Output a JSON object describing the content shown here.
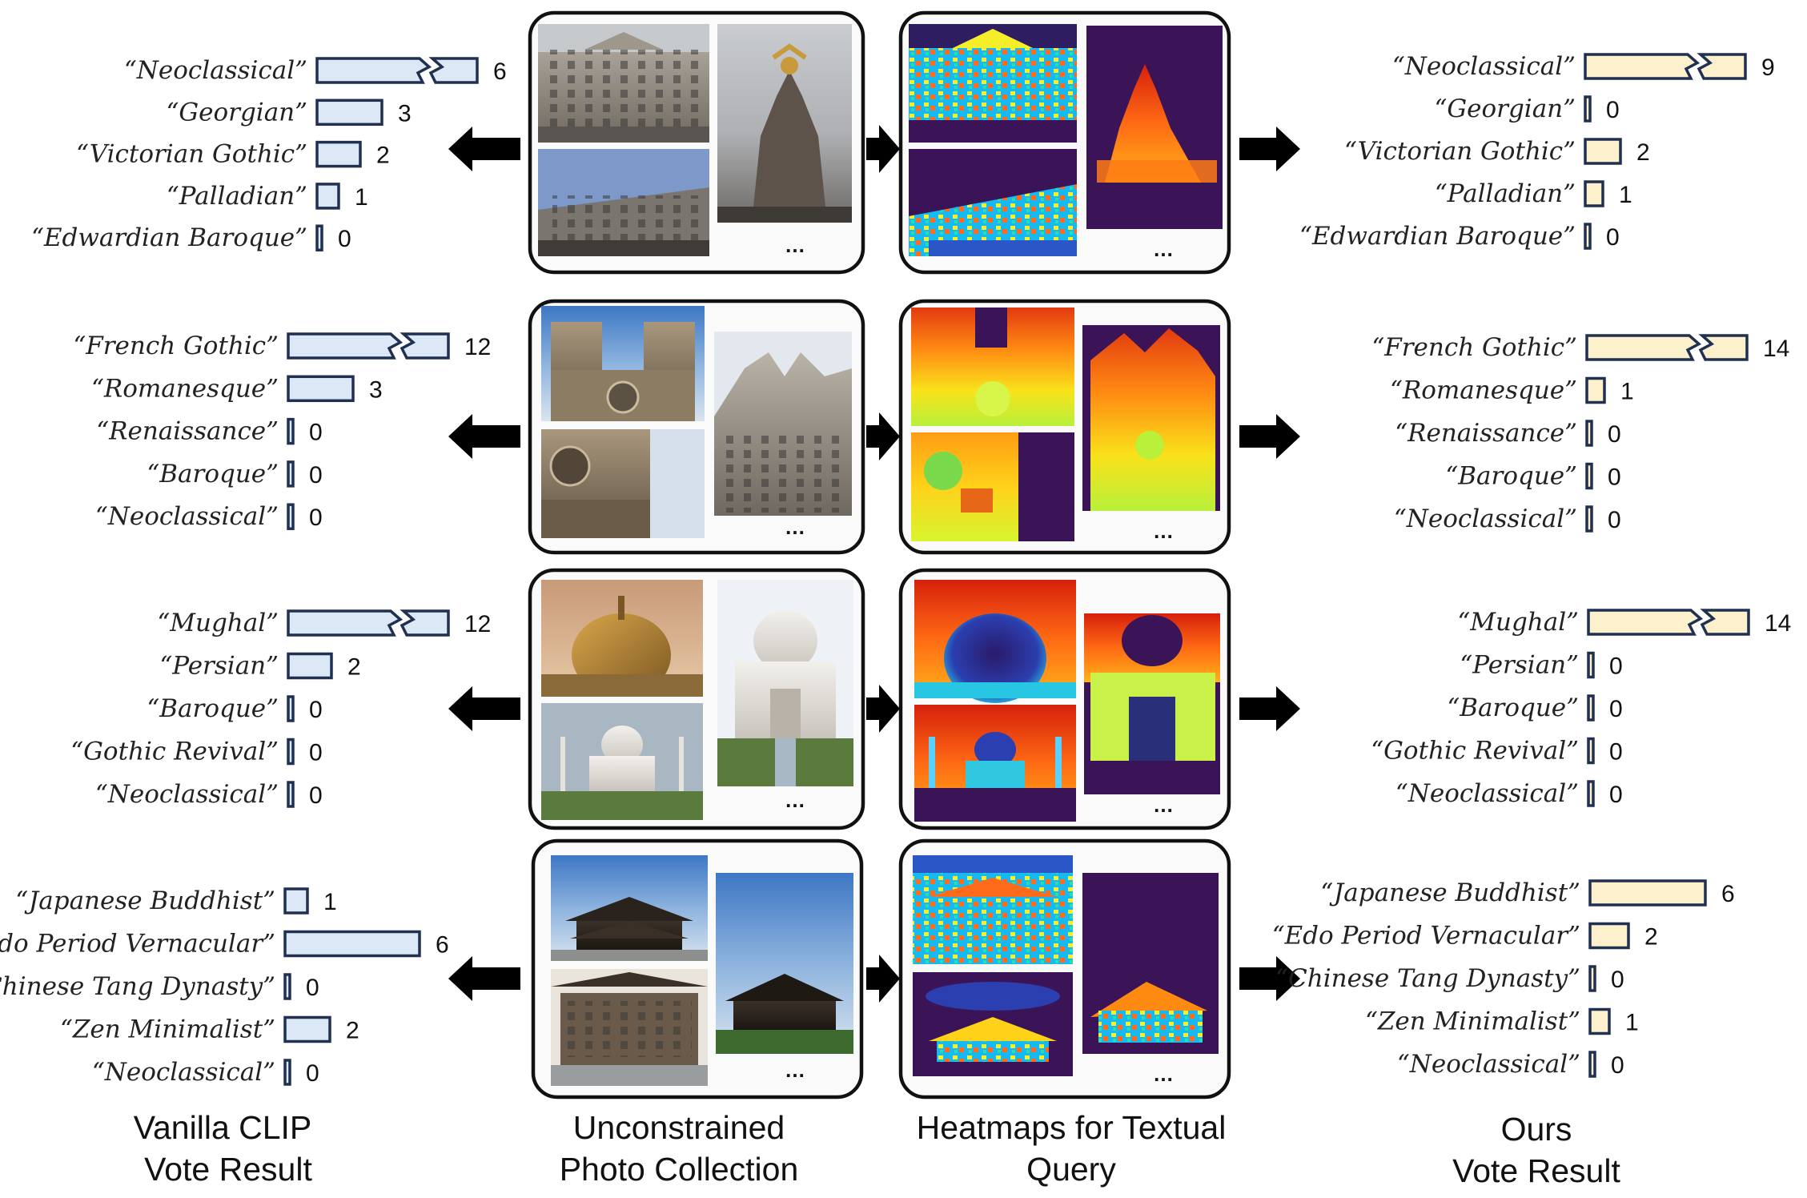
{
  "colors": {
    "vanilla_fill": "#dce8f6",
    "ours_fill": "#fdf0cc",
    "bar_stroke": "#1f3050",
    "arrow": "#000000",
    "panel_stroke": "#111111",
    "heat_bg": "#3b1458"
  },
  "captions": {
    "vanilla_line1": "Vanilla CLIP",
    "vanilla_line2": "Vote Result",
    "photos_line1": "Unconstrained",
    "photos_line2": "Photo Collection",
    "heat_line1": "Heatmaps for Textual",
    "heat_line2": "Query",
    "ours_line1": "Ours",
    "ours_line2": "Vote Result"
  },
  "ellipsis": "…",
  "chart_data": [
    {
      "type": "bar",
      "panel": "vanilla",
      "row": 1,
      "categories": [
        "“Neoclassical”",
        "“Georgian”",
        "“Victorian Gothic”",
        "“Palladian”",
        "“Edwardian Baroque”"
      ],
      "values": [
        6,
        3,
        2,
        1,
        0
      ],
      "broken": [
        true,
        false,
        false,
        false,
        false
      ]
    },
    {
      "type": "bar",
      "panel": "ours",
      "row": 1,
      "categories": [
        "“Neoclassical”",
        "“Georgian”",
        "“Victorian Gothic”",
        "“Palladian”",
        "“Edwardian Baroque”"
      ],
      "values": [
        9,
        0,
        2,
        1,
        0
      ],
      "broken": [
        true,
        false,
        false,
        false,
        false
      ]
    },
    {
      "type": "bar",
      "panel": "vanilla",
      "row": 2,
      "categories": [
        "“French Gothic”",
        "“Romanesque”",
        "“Renaissance”",
        "“Baroque”",
        "“Neoclassical”"
      ],
      "values": [
        12,
        3,
        0,
        0,
        0
      ],
      "broken": [
        true,
        false,
        false,
        false,
        false
      ]
    },
    {
      "type": "bar",
      "panel": "ours",
      "row": 2,
      "categories": [
        "“French Gothic”",
        "“Romanesque”",
        "“Renaissance”",
        "“Baroque”",
        "“Neoclassical”"
      ],
      "values": [
        14,
        1,
        0,
        0,
        0
      ],
      "broken": [
        true,
        false,
        false,
        false,
        false
      ]
    },
    {
      "type": "bar",
      "panel": "vanilla",
      "row": 3,
      "categories": [
        "“Mughal”",
        "“Persian”",
        "“Baroque”",
        "“Gothic Revival”",
        "“Neoclassical”"
      ],
      "values": [
        12,
        2,
        0,
        0,
        0
      ],
      "broken": [
        true,
        false,
        false,
        false,
        false
      ]
    },
    {
      "type": "bar",
      "panel": "ours",
      "row": 3,
      "categories": [
        "“Mughal”",
        "“Persian”",
        "“Baroque”",
        "“Gothic Revival”",
        "“Neoclassical”"
      ],
      "values": [
        14,
        0,
        0,
        0,
        0
      ],
      "broken": [
        true,
        false,
        false,
        false,
        false
      ]
    },
    {
      "type": "bar",
      "panel": "vanilla",
      "row": 4,
      "categories": [
        "“Japanese Buddhist”",
        "“Edo Period Vernacular”",
        "“Chinese Tang Dynasty”",
        "“Zen Minimalist”",
        "“Neoclassical”"
      ],
      "values": [
        1,
        6,
        0,
        2,
        0
      ],
      "broken": [
        false,
        false,
        false,
        false,
        false
      ]
    },
    {
      "type": "bar",
      "panel": "ours",
      "row": 4,
      "categories": [
        "“Japanese Buddhist”",
        "“Edo Period Vernacular”",
        "“Chinese Tang Dynasty”",
        "“Zen Minimalist”",
        "“Neoclassical”"
      ],
      "values": [
        6,
        2,
        0,
        1,
        0
      ],
      "broken": [
        false,
        false,
        false,
        false,
        false
      ]
    }
  ]
}
